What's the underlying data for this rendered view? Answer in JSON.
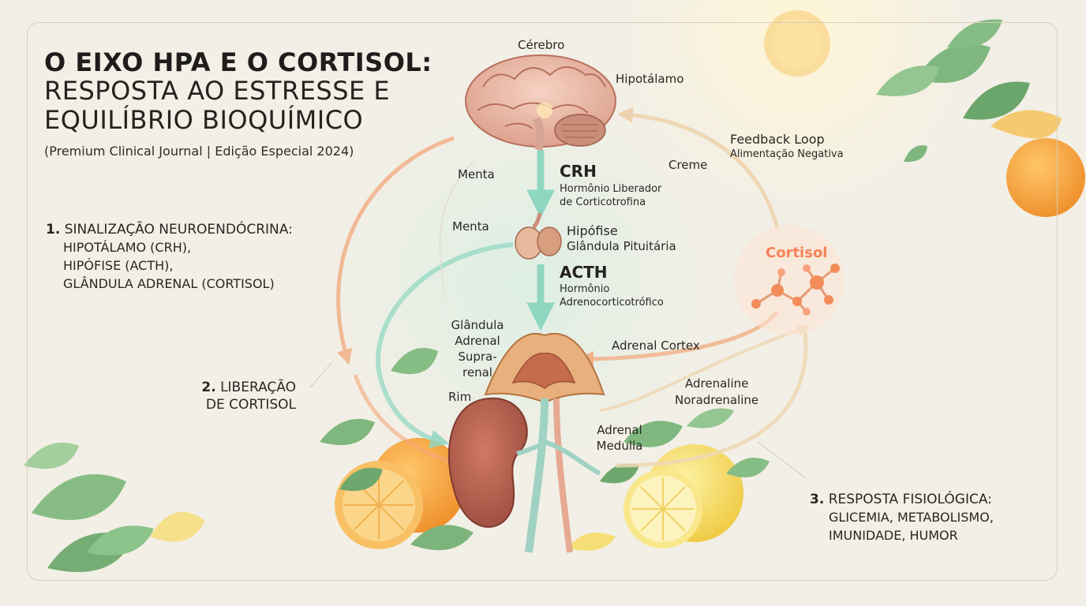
{
  "title": {
    "line1": "O EIXO HPA E O CORTISOL:",
    "line2": "RESPOSTA AO ESTRESSE E",
    "line3": "EQUILÍBRIO BIOQUÍMICO",
    "subtitle": "(Premium Clinical Journal | Edição Especial 2024)"
  },
  "sections": [
    {
      "number": "1.",
      "heading": "SINALIZAÇÃO NEUROENDÓCRINA:",
      "lines": [
        "HIPOTÁLAMO (CRH),",
        "HIPÓFISE (ACTH),",
        "GLÂNDULA ADRENAL (CORTISOL)"
      ]
    },
    {
      "number": "2.",
      "heading": "LIBERAÇÃO",
      "lines": [
        "DE CORTISOL"
      ]
    },
    {
      "number": "3.",
      "heading": "RESPOSTA FISIOLÓGICA:",
      "lines": [
        "GLICEMIA, METABOLISMO,",
        "IMUNIDADE, HUMOR"
      ]
    }
  ],
  "labels": {
    "cerebro": "Cérebro",
    "hipotalamo": "Hipotálamo",
    "feedback_title": "Feedback Loop",
    "feedback_sub": "Alimentação Negativa",
    "creme": "Creme",
    "menta1": "Menta",
    "menta2": "Menta",
    "crh": "CRH",
    "crh_sub1": "Hormônio Liberador",
    "crh_sub2": "de Corticotrofina",
    "hipofise": "Hipófise",
    "glandula_pituitaria": "Glândula Pituitária",
    "acth": "ACTH",
    "acth_sub1": "Hormônio",
    "acth_sub2": "Adrenocorticotrófico",
    "cortisol": "Cortisol",
    "glandula_adrenal": [
      "Glândula",
      "Adrenal",
      "Supra-",
      "renal"
    ],
    "rim": "Rim",
    "adrenal_cortex": "Adrenal Cortex",
    "adrenaline": "Adrenaline",
    "noradrenaline": "Noradrenaline",
    "adrenal_medulla1": "Adrenal",
    "adrenal_medulla2": "Medulla"
  },
  "colors": {
    "background": "#f2efe6",
    "arrow_orange": "#f3a77a",
    "arrow_teal": "#9fdcc9",
    "arrow_cream": "#efd7b4",
    "cortisol_accent": "#f2845a",
    "leaf_green": "#7fb77e",
    "orange_fruit": "#f5a23a",
    "lemon_fruit": "#f4de6a"
  },
  "icons": [
    "brain-icon",
    "pituitary-icon",
    "adrenal-gland-icon",
    "kidney-icon",
    "cortisol-molecule-icon",
    "mint-leaf-icon",
    "orange-slice-icon",
    "lemon-slice-icon"
  ]
}
